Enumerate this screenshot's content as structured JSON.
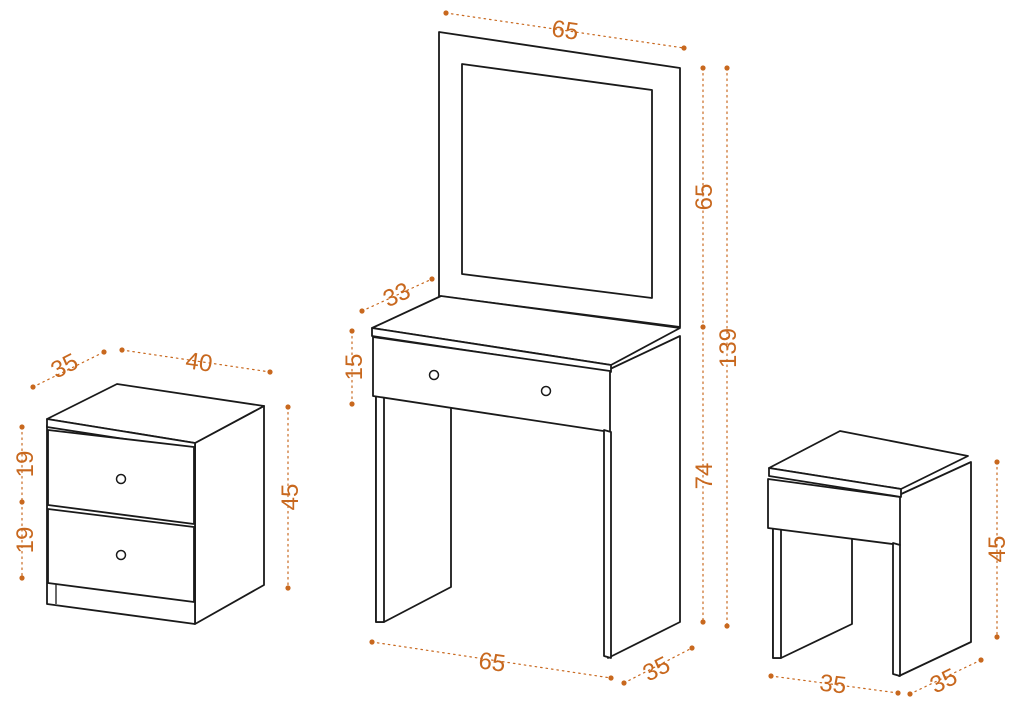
{
  "accent_color": "#c8681e",
  "nightstand": {
    "depth": "35",
    "width": "40",
    "height": "45",
    "drawer_top_height": "19",
    "drawer_bottom_height": "19"
  },
  "vanity": {
    "mirror_width": "65",
    "mirror_height": "65",
    "total_height": "139",
    "table_height": "74",
    "top_depth": "33",
    "drawer_height": "15",
    "base_width": "65",
    "base_depth": "35"
  },
  "stool": {
    "height": "45",
    "width": "35",
    "depth": "35"
  }
}
